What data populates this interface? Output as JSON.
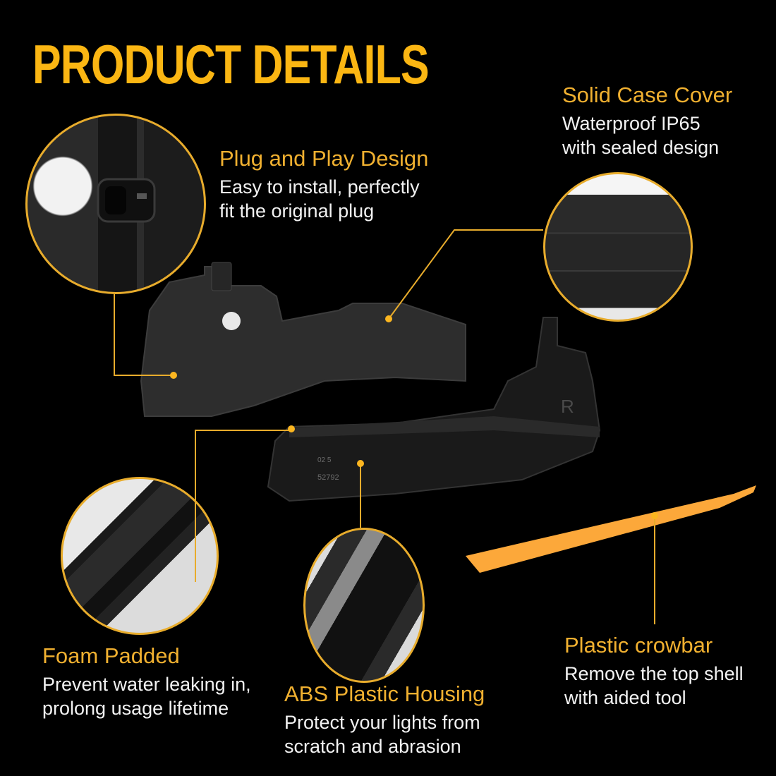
{
  "title": "PRODUCT DETAILS",
  "colors": {
    "background": "#000000",
    "title": "#fbb613",
    "heading": "#f0b030",
    "body_text": "#f2f2f2",
    "accent_line": "#e8ac2c",
    "crowbar": "#fca83a"
  },
  "features": [
    {
      "heading": "Solid Case Cover",
      "lines": [
        "Waterproof IP65",
        "with sealed design"
      ]
    },
    {
      "heading": "Plug and Play Design",
      "lines": [
        "Easy to install, perfectly",
        "fit the original plug"
      ]
    },
    {
      "heading": "Foam Padded",
      "lines": [
        "Prevent water leaking in,",
        "prolong usage lifetime"
      ]
    },
    {
      "heading": "ABS Plastic Housing",
      "lines": [
        "Protect your lights from",
        "scratch and abrasion"
      ]
    },
    {
      "heading": "Plastic crowbar",
      "lines": [
        "Remove the top shell",
        "with aided tool"
      ]
    }
  ],
  "part_markings": {
    "code1": "02 5",
    "code2": "52792",
    "side": "R"
  }
}
